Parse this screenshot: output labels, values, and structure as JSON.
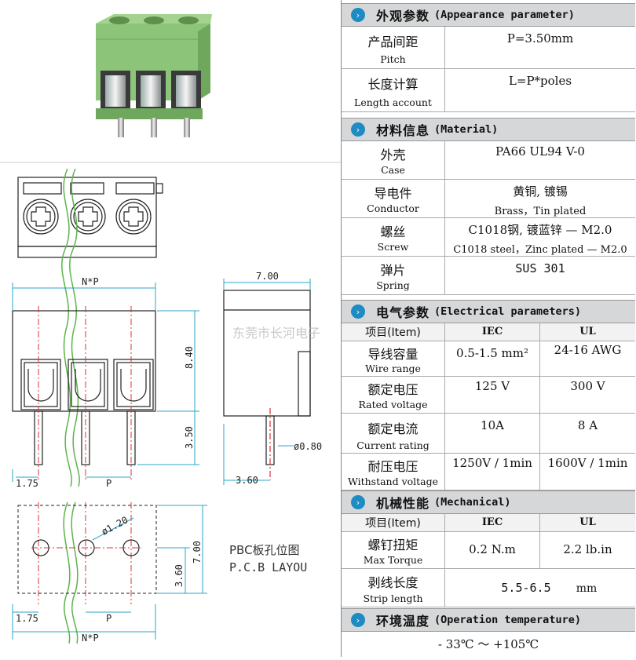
{
  "appearance": {
    "title_cn": "外观参数",
    "title_en": "(Appearance parameter)",
    "rows": [
      {
        "label_cn": "产品间距",
        "label_en": "Pitch",
        "value": "P=3.50mm"
      },
      {
        "label_cn": "长度计算",
        "label_en": "Length account",
        "value": "L=P*poles"
      }
    ]
  },
  "material": {
    "title_cn": "材料信息",
    "title_en": "(Material)",
    "rows": [
      {
        "label_cn": "外壳",
        "label_en": "Case",
        "value": "PA66 UL94 V-0",
        "sub": ""
      },
      {
        "label_cn": "导电件",
        "label_en": "Conductor",
        "value": "黄铜, 镀锡",
        "sub": "Brass，Tin plated"
      },
      {
        "label_cn": "螺丝",
        "label_en": "Screw",
        "value": "C1018钢, 镀蓝锌 — M2.0",
        "sub": "C1018 steel，Zinc plated — M2.0"
      },
      {
        "label_cn": "弹片",
        "label_en": "Spring",
        "value": "SUS 301",
        "sub": ""
      }
    ]
  },
  "electrical": {
    "title_cn": "电气参数",
    "title_en": "(Electrical parameters)",
    "header": {
      "item": "项目(Item)",
      "iec": "IEC",
      "ul": "UL"
    },
    "rows": [
      {
        "label_cn": "导线容量",
        "label_en": "Wire range",
        "iec": "0.5-1.5 mm²",
        "ul": "24-16 AWG"
      },
      {
        "label_cn": "额定电压",
        "label_en": "Rated voltage",
        "iec": "125 V",
        "ul": "300 V"
      },
      {
        "label_cn": "额定电流",
        "label_en": "Current rating",
        "iec": "10A",
        "ul": "8 A"
      },
      {
        "label_cn": "耐压电压",
        "label_en": "Withstand voltage",
        "iec": "1250V / 1min",
        "ul": "1600V / 1min"
      }
    ]
  },
  "mechanical": {
    "title_cn": "机械性能",
    "title_en": "(Mechanical)",
    "header": {
      "item": "项目(Item)",
      "iec": "IEC",
      "ul": "UL"
    },
    "torque": {
      "label_cn": "螺钉扭矩",
      "label_en": "Max Torque",
      "iec": "0.2 N.m",
      "ul": "2.2 lb.in"
    },
    "strip": {
      "label_cn": "剥线长度",
      "label_en": "Strip length",
      "value": "5.5-6.5",
      "unit": "mm"
    }
  },
  "temperature": {
    "title_cn": "环境温度",
    "title_en": "(Operation temperature)",
    "value": "- 33℃ ～ +105℃"
  },
  "drawing": {
    "watermark": "东莞市长河电子",
    "dim_np": "N*P",
    "dim_700": "7.00",
    "dim_840": "8.40",
    "dim_350": "3.50",
    "dim_175": "1.75",
    "dim_p": "P",
    "dim_360": "3.60",
    "dim_080": "ø0.80",
    "dim_120": "ø1.20",
    "dim_pcb_700": "7.00",
    "dim_pcb_360": "3.60",
    "dim_pcb_175": "1.75",
    "dim_pcb_p": "P",
    "dim_pcb_np": "N*P",
    "pcb_cn": "PBC板孔位图",
    "pcb_en": "P.C.B LAYOU",
    "colors": {
      "body": "#8cc479",
      "body_dark": "#6fa85c",
      "accent": "#1e8bc3",
      "dim_line": "#2aa5c8",
      "center_line": "#d33"
    }
  }
}
